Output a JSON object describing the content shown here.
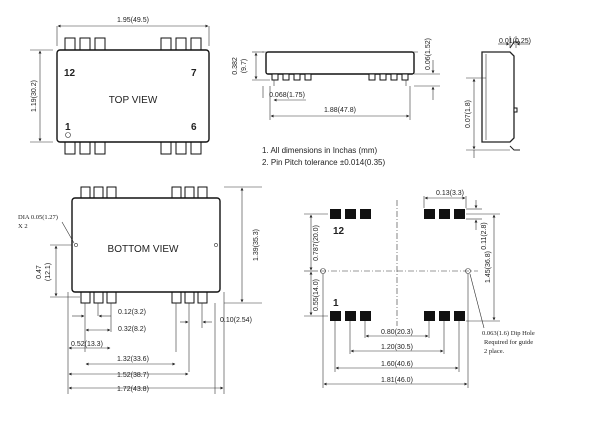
{
  "top_view": {
    "label": "TOP VIEW",
    "pin_12": "12",
    "pin_7": "7",
    "pin_1": "1",
    "pin_6": "6",
    "width_dim": "1.95(49.5)",
    "height_dim": "1.19(30.2)"
  },
  "side_view": {
    "height_dim_a": "0.382",
    "height_dim_b": "(9.7)",
    "lead_dim": "0.06(1.52)",
    "pin_offset_dim": "0.068(1.75)",
    "pin_span_dim": "1.88(47.8)"
  },
  "end_view": {
    "thickness_dim": "0.01(0.25)",
    "lead_len_dim": "0.07(1.8)"
  },
  "notes": {
    "line1": "1. All dimensions in Inchas (mm)",
    "line2": "2. Pin Pitch tolerance  ±0.014(0.35)"
  },
  "bottom_view": {
    "label": "BOTTOM VIEW",
    "dia_note_a": "DIA 0.05(1.27)",
    "dia_note_b": "X 2",
    "height_dim": "1.39(35.3)",
    "left_dim_a": "0.47",
    "left_dim_b": "(12.1)",
    "dim_012": "0.12(3.2)",
    "dim_032": "0.32(8.2)",
    "dim_010": "0.10(2.54)",
    "dim_052": "0.52(13.3)",
    "dim_132": "1.32(33.6)",
    "dim_152": "1.52(38.7)",
    "dim_172": "1.72(43.8)"
  },
  "footprint": {
    "pin_12": "12",
    "pin_1": "1",
    "dim_013": "0.13(3.3)",
    "dim_011": "0.11(2.8)",
    "dim_0787": "0.787(20.0)",
    "dim_145": "1.45(36.8)",
    "dim_055": "0.55(14.0)",
    "dim_080": "0.80(20.3)",
    "dim_120": "1.20(30.5)",
    "dim_160": "1.60(40.6)",
    "dim_181": "1.81(46.0)",
    "hole_note_1": "0.063(1.6) Dip Hole",
    "hole_note_2": "Required for guide",
    "hole_note_3": "2 place."
  }
}
